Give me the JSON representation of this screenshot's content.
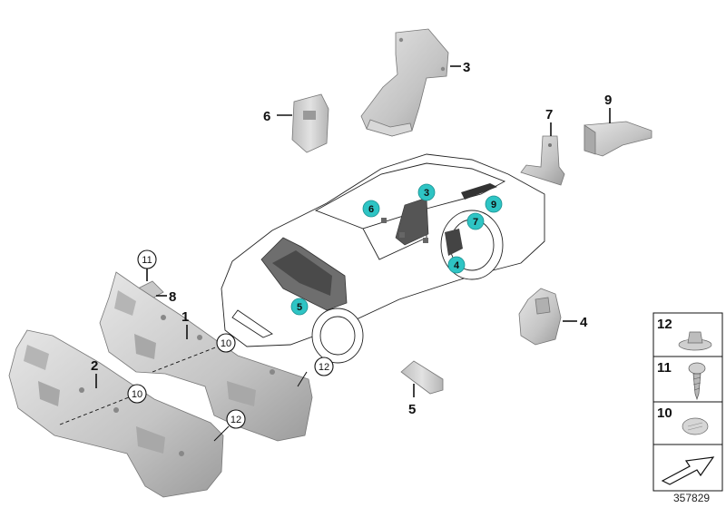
{
  "callouts": {
    "c1": "1",
    "c2": "2",
    "c3": "3",
    "c4": "4",
    "c5": "5",
    "c6": "6",
    "c7": "7",
    "c8": "8",
    "c9": "9"
  },
  "circle_refs": {
    "r10a": "10",
    "r10b": "10",
    "r11": "11",
    "r12a": "12",
    "r12b": "12"
  },
  "car_markers": {
    "m3": "3",
    "m4": "4",
    "m5": "5",
    "m6": "6",
    "m7": "7",
    "m9": "9"
  },
  "legend_table": {
    "rows": [
      {
        "label": "12",
        "icon": "nut-icon"
      },
      {
        "label": "11",
        "icon": "screw-icon"
      },
      {
        "label": "10",
        "icon": "clip-icon"
      }
    ],
    "bottom_icon": "arrow-icon"
  },
  "diagram_reference": "357829",
  "colors": {
    "marker_fill": "#2ec4c4",
    "part_fill": "#cfcfcf",
    "line": "#111111"
  }
}
